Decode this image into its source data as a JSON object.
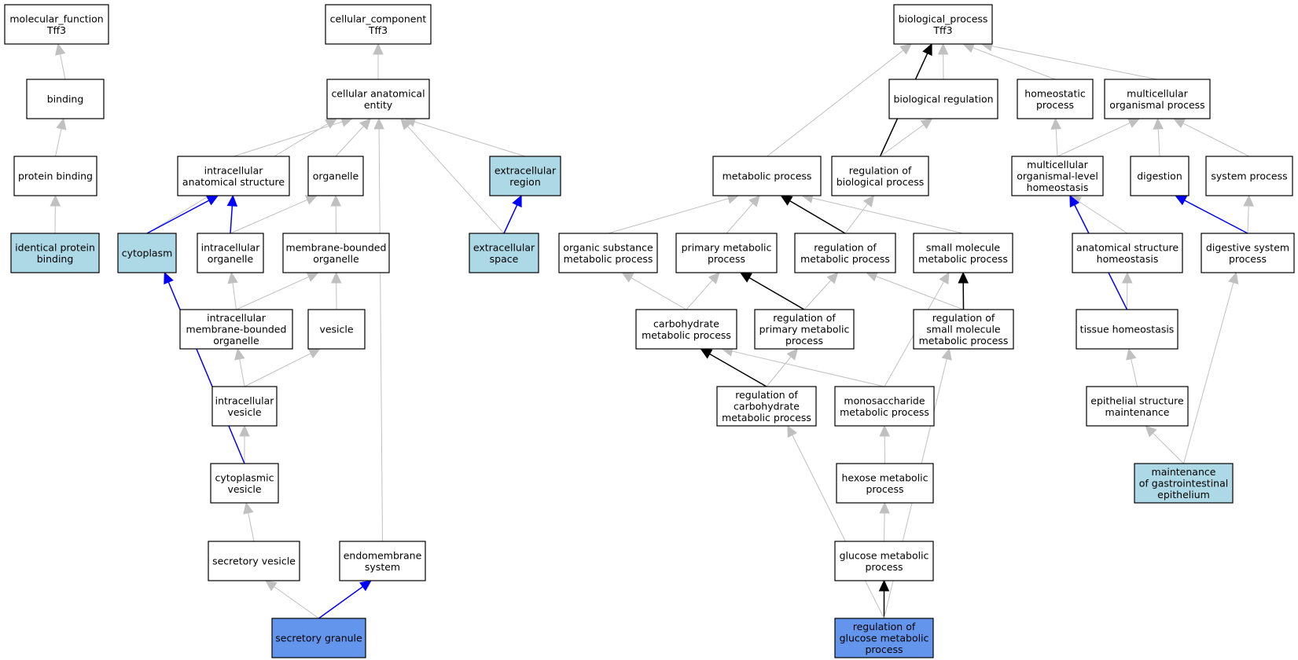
{
  "colors": {
    "node_default": "#ffffff",
    "node_annotated": "#add8e6",
    "node_query": "#6495ed",
    "edge_gray": "#c0c0c0",
    "edge_black": "#000000",
    "edge_blue": "#0000ff",
    "border": "#000000"
  },
  "nodes": [
    {
      "id": "mf",
      "lines": [
        "molecular_function",
        "Tff3"
      ],
      "fill": "default"
    },
    {
      "id": "binding",
      "lines": [
        "binding"
      ],
      "fill": "default"
    },
    {
      "id": "protein_binding",
      "lines": [
        "protein binding"
      ],
      "fill": "default"
    },
    {
      "id": "identical_protein_binding",
      "lines": [
        "identical protein",
        "binding"
      ],
      "fill": "annotated"
    },
    {
      "id": "cc",
      "lines": [
        "cellular_component",
        "Tff3"
      ],
      "fill": "default"
    },
    {
      "id": "cae",
      "lines": [
        "cellular anatomical",
        "entity"
      ],
      "fill": "default"
    },
    {
      "id": "ias",
      "lines": [
        "intracellular",
        "anatomical structure"
      ],
      "fill": "default"
    },
    {
      "id": "organelle",
      "lines": [
        "organelle"
      ],
      "fill": "default"
    },
    {
      "id": "ecr",
      "lines": [
        "extracellular",
        "region"
      ],
      "fill": "annotated"
    },
    {
      "id": "cytoplasm",
      "lines": [
        "cytoplasm"
      ],
      "fill": "annotated"
    },
    {
      "id": "io",
      "lines": [
        "intracellular",
        "organelle"
      ],
      "fill": "default"
    },
    {
      "id": "mbo",
      "lines": [
        "membrane-bounded",
        "organelle"
      ],
      "fill": "default"
    },
    {
      "id": "ecs",
      "lines": [
        "extracellular",
        "space"
      ],
      "fill": "annotated"
    },
    {
      "id": "imbo",
      "lines": [
        "intracellular",
        "membrane-bounded",
        "organelle"
      ],
      "fill": "default"
    },
    {
      "id": "vesicle",
      "lines": [
        "vesicle"
      ],
      "fill": "default"
    },
    {
      "id": "iv",
      "lines": [
        "intracellular",
        "vesicle"
      ],
      "fill": "default"
    },
    {
      "id": "cv",
      "lines": [
        "cytoplasmic",
        "vesicle"
      ],
      "fill": "default"
    },
    {
      "id": "sv",
      "lines": [
        "secretory vesicle"
      ],
      "fill": "default"
    },
    {
      "id": "es",
      "lines": [
        "endomembrane",
        "system"
      ],
      "fill": "default"
    },
    {
      "id": "sg",
      "lines": [
        "secretory granule"
      ],
      "fill": "query"
    },
    {
      "id": "bp",
      "lines": [
        "biological_process",
        "Tff3"
      ],
      "fill": "default"
    },
    {
      "id": "breg",
      "lines": [
        "biological regulation"
      ],
      "fill": "default"
    },
    {
      "id": "homeo",
      "lines": [
        "homeostatic",
        "process"
      ],
      "fill": "default"
    },
    {
      "id": "mop",
      "lines": [
        "multicellular",
        "organismal process"
      ],
      "fill": "default"
    },
    {
      "id": "metab",
      "lines": [
        "metabolic process"
      ],
      "fill": "default"
    },
    {
      "id": "rbp",
      "lines": [
        "regulation of",
        "biological process"
      ],
      "fill": "default"
    },
    {
      "id": "molh",
      "lines": [
        "multicellular",
        "organismal-level",
        "homeostasis"
      ],
      "fill": "default"
    },
    {
      "id": "digestion",
      "lines": [
        "digestion"
      ],
      "fill": "default"
    },
    {
      "id": "sysp",
      "lines": [
        "system process"
      ],
      "fill": "default"
    },
    {
      "id": "osmp",
      "lines": [
        "organic substance",
        "metabolic process"
      ],
      "fill": "default"
    },
    {
      "id": "pmp",
      "lines": [
        "primary metabolic",
        "process"
      ],
      "fill": "default"
    },
    {
      "id": "rmp",
      "lines": [
        "regulation of",
        "metabolic process"
      ],
      "fill": "default"
    },
    {
      "id": "smmp",
      "lines": [
        "small molecule",
        "metabolic process"
      ],
      "fill": "default"
    },
    {
      "id": "ash",
      "lines": [
        "anatomical structure",
        "homeostasis"
      ],
      "fill": "default"
    },
    {
      "id": "dsp",
      "lines": [
        "digestive system",
        "process"
      ],
      "fill": "default"
    },
    {
      "id": "cmp",
      "lines": [
        "carbohydrate",
        "metabolic process"
      ],
      "fill": "default"
    },
    {
      "id": "rpmp",
      "lines": [
        "regulation of",
        "primary metabolic",
        "process"
      ],
      "fill": "default"
    },
    {
      "id": "rsmmp",
      "lines": [
        "regulation of",
        "small molecule",
        "metabolic process"
      ],
      "fill": "default"
    },
    {
      "id": "th",
      "lines": [
        "tissue homeostasis"
      ],
      "fill": "default"
    },
    {
      "id": "rcmp",
      "lines": [
        "regulation of",
        "carbohydrate",
        "metabolic process"
      ],
      "fill": "default"
    },
    {
      "id": "msmp",
      "lines": [
        "monosaccharide",
        "metabolic process"
      ],
      "fill": "default"
    },
    {
      "id": "esm",
      "lines": [
        "epithelial structure",
        "maintenance"
      ],
      "fill": "default"
    },
    {
      "id": "hmp",
      "lines": [
        "hexose metabolic",
        "process"
      ],
      "fill": "default"
    },
    {
      "id": "mge",
      "lines": [
        "maintenance",
        "of gastrointestinal",
        "epithelium"
      ],
      "fill": "annotated"
    },
    {
      "id": "gmp",
      "lines": [
        "glucose metabolic",
        "process"
      ],
      "fill": "default"
    },
    {
      "id": "rgmp",
      "lines": [
        "regulation of",
        "glucose metabolic",
        "process"
      ],
      "fill": "query"
    }
  ],
  "edges": [
    {
      "from": "binding",
      "to": "mf",
      "color": "gray"
    },
    {
      "from": "protein_binding",
      "to": "binding",
      "color": "gray"
    },
    {
      "from": "identical_protein_binding",
      "to": "protein_binding",
      "color": "gray"
    },
    {
      "from": "cae",
      "to": "cc",
      "color": "gray"
    },
    {
      "from": "ias",
      "to": "cae",
      "color": "gray"
    },
    {
      "from": "organelle",
      "to": "cae",
      "color": "gray"
    },
    {
      "from": "ecr",
      "to": "cae",
      "color": "gray"
    },
    {
      "from": "cytoplasm",
      "to": "cae",
      "color": "gray"
    },
    {
      "from": "ecs",
      "to": "cae",
      "color": "gray"
    },
    {
      "from": "es",
      "to": "cae",
      "color": "gray"
    },
    {
      "from": "cytoplasm",
      "to": "ias",
      "color": "blue"
    },
    {
      "from": "io",
      "to": "ias",
      "color": "blue"
    },
    {
      "from": "io",
      "to": "organelle",
      "color": "gray"
    },
    {
      "from": "mbo",
      "to": "organelle",
      "color": "gray"
    },
    {
      "from": "ecs",
      "to": "ecr",
      "color": "blue"
    },
    {
      "from": "imbo",
      "to": "io",
      "color": "gray"
    },
    {
      "from": "imbo",
      "to": "mbo",
      "color": "gray"
    },
    {
      "from": "vesicle",
      "to": "mbo",
      "color": "gray"
    },
    {
      "from": "iv",
      "to": "imbo",
      "color": "gray"
    },
    {
      "from": "iv",
      "to": "vesicle",
      "color": "gray"
    },
    {
      "from": "cv",
      "to": "iv",
      "color": "gray"
    },
    {
      "from": "cv",
      "to": "cytoplasm",
      "color": "blue"
    },
    {
      "from": "sv",
      "to": "cv",
      "color": "gray"
    },
    {
      "from": "sg",
      "to": "sv",
      "color": "gray"
    },
    {
      "from": "sg",
      "to": "es",
      "color": "blue"
    },
    {
      "from": "breg",
      "to": "bp",
      "color": "gray"
    },
    {
      "from": "homeo",
      "to": "bp",
      "color": "gray"
    },
    {
      "from": "mop",
      "to": "bp",
      "color": "gray"
    },
    {
      "from": "metab",
      "to": "bp",
      "color": "gray"
    },
    {
      "from": "rbp",
      "to": "bp",
      "color": "black"
    },
    {
      "from": "rbp",
      "to": "breg",
      "color": "gray"
    },
    {
      "from": "molh",
      "to": "homeo",
      "color": "gray"
    },
    {
      "from": "molh",
      "to": "mop",
      "color": "gray"
    },
    {
      "from": "digestion",
      "to": "mop",
      "color": "gray"
    },
    {
      "from": "sysp",
      "to": "mop",
      "color": "gray"
    },
    {
      "from": "osmp",
      "to": "metab",
      "color": "gray"
    },
    {
      "from": "pmp",
      "to": "metab",
      "color": "gray"
    },
    {
      "from": "rmp",
      "to": "metab",
      "color": "black"
    },
    {
      "from": "smmp",
      "to": "metab",
      "color": "gray"
    },
    {
      "from": "rmp",
      "to": "rbp",
      "color": "gray"
    },
    {
      "from": "ash",
      "to": "molh",
      "color": "gray"
    },
    {
      "from": "dsp",
      "to": "sysp",
      "color": "gray"
    },
    {
      "from": "dsp",
      "to": "digestion",
      "color": "blue"
    },
    {
      "from": "cmp",
      "to": "osmp",
      "color": "gray"
    },
    {
      "from": "cmp",
      "to": "pmp",
      "color": "gray"
    },
    {
      "from": "rpmp",
      "to": "pmp",
      "color": "black"
    },
    {
      "from": "rpmp",
      "to": "rmp",
      "color": "gray"
    },
    {
      "from": "rsmmp",
      "to": "rmp",
      "color": "gray"
    },
    {
      "from": "rsmmp",
      "to": "smmp",
      "color": "black"
    },
    {
      "from": "th",
      "to": "ash",
      "color": "gray"
    },
    {
      "from": "th",
      "to": "molh",
      "color": "blue"
    },
    {
      "from": "rcmp",
      "to": "cmp",
      "color": "black"
    },
    {
      "from": "rcmp",
      "to": "rpmp",
      "color": "gray"
    },
    {
      "from": "msmp",
      "to": "cmp",
      "color": "gray"
    },
    {
      "from": "msmp",
      "to": "smmp",
      "color": "gray"
    },
    {
      "from": "esm",
      "to": "th",
      "color": "gray"
    },
    {
      "from": "hmp",
      "to": "msmp",
      "color": "gray"
    },
    {
      "from": "mge",
      "to": "esm",
      "color": "gray"
    },
    {
      "from": "mge",
      "to": "dsp",
      "color": "gray"
    },
    {
      "from": "gmp",
      "to": "hmp",
      "color": "gray"
    },
    {
      "from": "rgmp",
      "to": "gmp",
      "color": "black"
    },
    {
      "from": "rgmp",
      "to": "rcmp",
      "color": "gray"
    },
    {
      "from": "rgmp",
      "to": "rsmmp",
      "color": "gray"
    }
  ]
}
